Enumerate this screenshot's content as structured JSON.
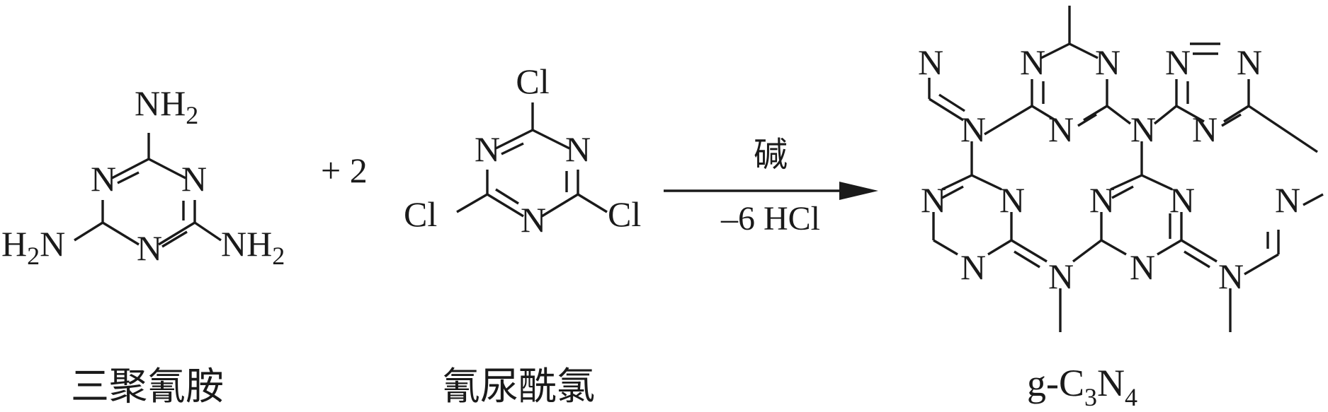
{
  "reactant1": {
    "amino_top": "NH",
    "amino_left_h": "H",
    "amino_left_n": "N",
    "amino_right": "NH",
    "subscript": "2",
    "ring_n": "N",
    "name": "三聚氰胺"
  },
  "operator": "+ 2",
  "reactant2": {
    "cl": "Cl",
    "ring_n": "N",
    "name": "氰尿酰氯"
  },
  "arrow": {
    "above": "碱",
    "below": "–6 HCl"
  },
  "product": {
    "atom_n": "N",
    "label_main": "g-C",
    "label_n": "N",
    "sub_3": "3",
    "sub_4": "4"
  }
}
